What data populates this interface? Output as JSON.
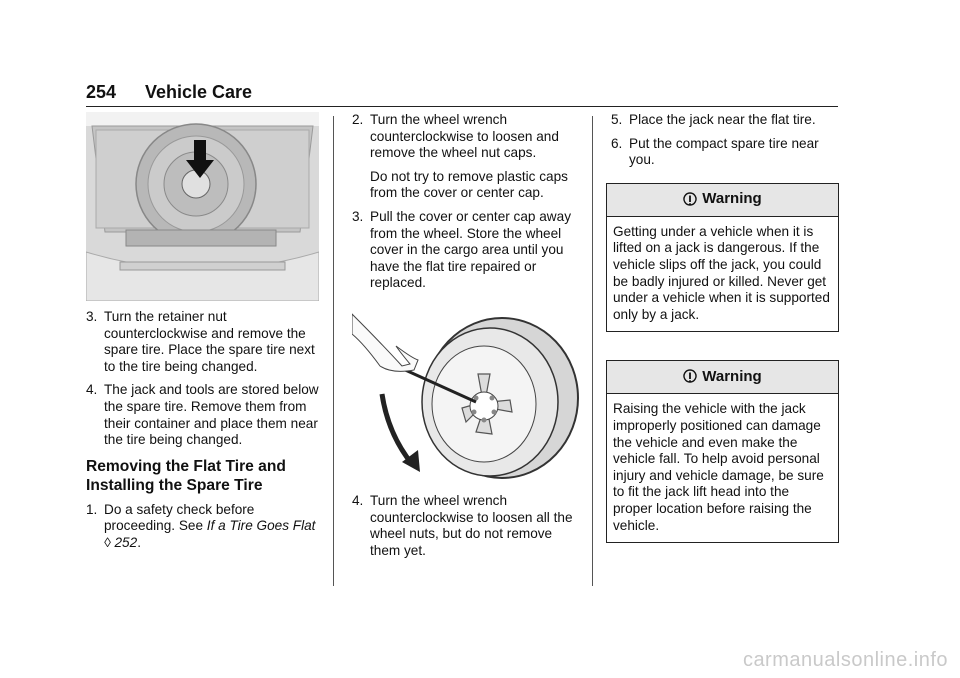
{
  "header": {
    "page_number": "254",
    "section_title": "Vehicle Care"
  },
  "col1": {
    "step3_num": "3.",
    "step3_text": "Turn the retainer nut counterclockwise and remove the spare tire. Place the spare tire next to the tire being changed.",
    "step4_num": "4.",
    "step4_text": "The jack and tools are stored below the spare tire. Remove them from their container and place them near the tire being changed.",
    "heading": "Removing the Flat Tire and Installing the Spare Tire",
    "step1_num": "1.",
    "step1_text": "Do a safety check before proceeding. See ",
    "step1_ref": "If a Tire Goes Flat",
    "step1_ref_glyph": "◊",
    "step1_ref_page": "252",
    "step1_end": "."
  },
  "col2": {
    "step2_num": "2.",
    "step2_text": "Turn the wheel wrench counterclockwise to loosen and remove the wheel nut caps.",
    "step2_note": "Do not try to remove plastic caps from the cover or center cap.",
    "step3_num": "3.",
    "step3_text": "Pull the cover or center cap away from the wheel. Store the wheel cover in the cargo area until you have the flat tire repaired or replaced.",
    "step4_num": "4.",
    "step4_text": "Turn the wheel wrench counterclockwise to loosen all the wheel nuts, but do not remove them yet."
  },
  "col3": {
    "step5_num": "5.",
    "step5_text": "Place the jack near the flat tire.",
    "step6_num": "6.",
    "step6_text": "Put the compact spare tire near you.",
    "warning1_title": "Warning",
    "warning1_text": "Getting under a vehicle when it is lifted on a jack is dangerous. If the vehicle slips off the jack, you could be badly injured or killed. Never get under a vehicle when it is supported only by a jack.",
    "warning2_title": "Warning",
    "warning2_text": "Raising the vehicle with the jack improperly positioned can damage the vehicle and even make the vehicle fall. To help avoid personal injury and vehicle damage, be sure to fit the jack lift head into the proper location before raising the vehicle."
  },
  "watermark": "carmanualsonline.info",
  "colors": {
    "warning_header_bg": "#e6e6e6",
    "watermark": "#c9c9c9"
  },
  "icons": [
    "warning-icon",
    "down-arrow-icon",
    "rotation-arrow-icon"
  ]
}
